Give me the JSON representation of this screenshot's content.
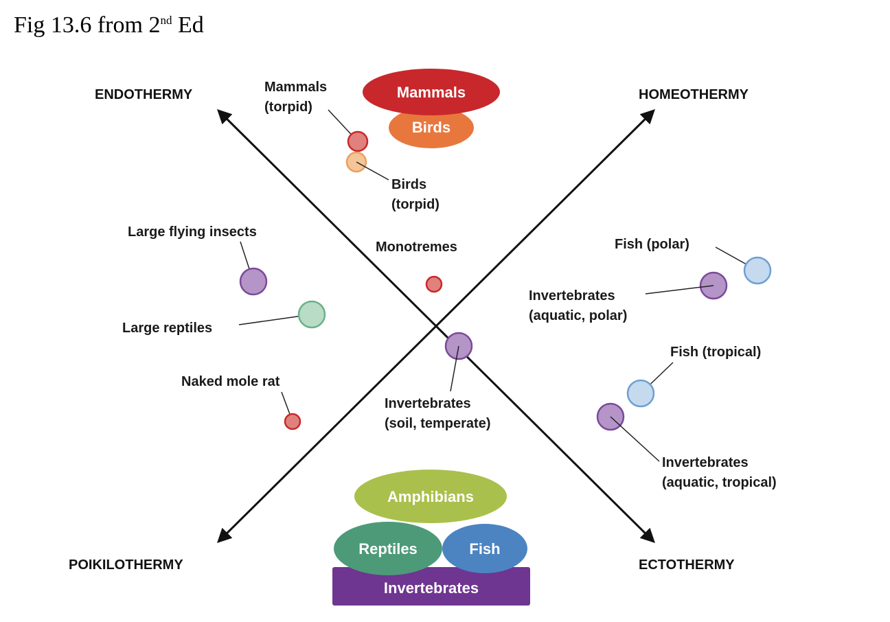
{
  "heading": {
    "main": "Fig 13.6 from 2",
    "sup": "nd",
    "tail": " Ed"
  },
  "axes": {
    "endothermy": "ENDOTHERMY",
    "homeothermy": "HOMEOTHERMY",
    "poikilothermy": "POIKILOTHERMY",
    "ectothermy": "ECTOTHERMY"
  },
  "top_group": {
    "mammals": "Mammals",
    "birds": "Birds"
  },
  "bottom_group": {
    "amphibians": "Amphibians",
    "reptiles": "Reptiles",
    "fish": "Fish",
    "invertebrates": "Invertebrates"
  },
  "points": {
    "mammals_torpid": [
      "Mammals",
      "(torpid)"
    ],
    "birds_torpid": [
      "Birds",
      "(torpid)"
    ],
    "large_flying_insects": "Large flying insects",
    "large_reptiles": "Large reptiles",
    "naked_mole_rat": "Naked mole rat",
    "monotremes": "Monotremes",
    "invertebrates_soil": [
      "Invertebrates",
      "(soil, temperate)"
    ],
    "fish_polar": "Fish (polar)",
    "invertebrates_aquatic_polar": [
      "Invertebrates",
      "(aquatic, polar)"
    ],
    "fish_tropical": "Fish (tropical)",
    "invertebrates_aquatic_tropical": [
      "Invertebrates",
      "(aquatic, tropical)"
    ]
  },
  "colors": {
    "mammal_red": "#c8282b",
    "bird_orange": "#e8773e",
    "amphibian_green": "#a9c04c",
    "reptile_teal": "#4d9a78",
    "fish_blue": "#4c84c1",
    "invertebrate_purple": "#6e3591",
    "purple_circle": "#b594c8",
    "green_circle": "#b9dcc6",
    "blue_circle": "#c5daee",
    "peach_circle": "#f6c597",
    "red_circle": "#e0817d"
  }
}
